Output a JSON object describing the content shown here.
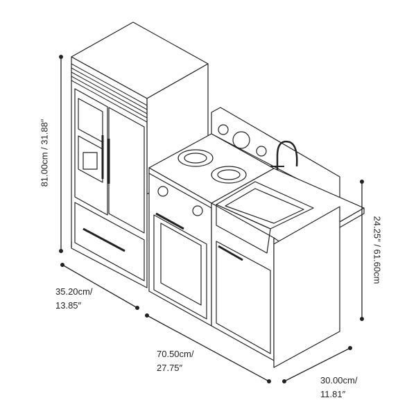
{
  "dimensions": {
    "fridge_height": "81.00cm / 31.88″",
    "fridge_depth_cm": "35.20cm/",
    "fridge_depth_in": "13.85″",
    "total_width_cm": "70.50cm/",
    "total_width_in": "27.75″",
    "counter_depth_cm": "30.00cm/",
    "counter_depth_in": "11.81″",
    "counter_height": "24.25″ / 61.60cm"
  },
  "colors": {
    "line": "#222222",
    "background": "#ffffff"
  }
}
